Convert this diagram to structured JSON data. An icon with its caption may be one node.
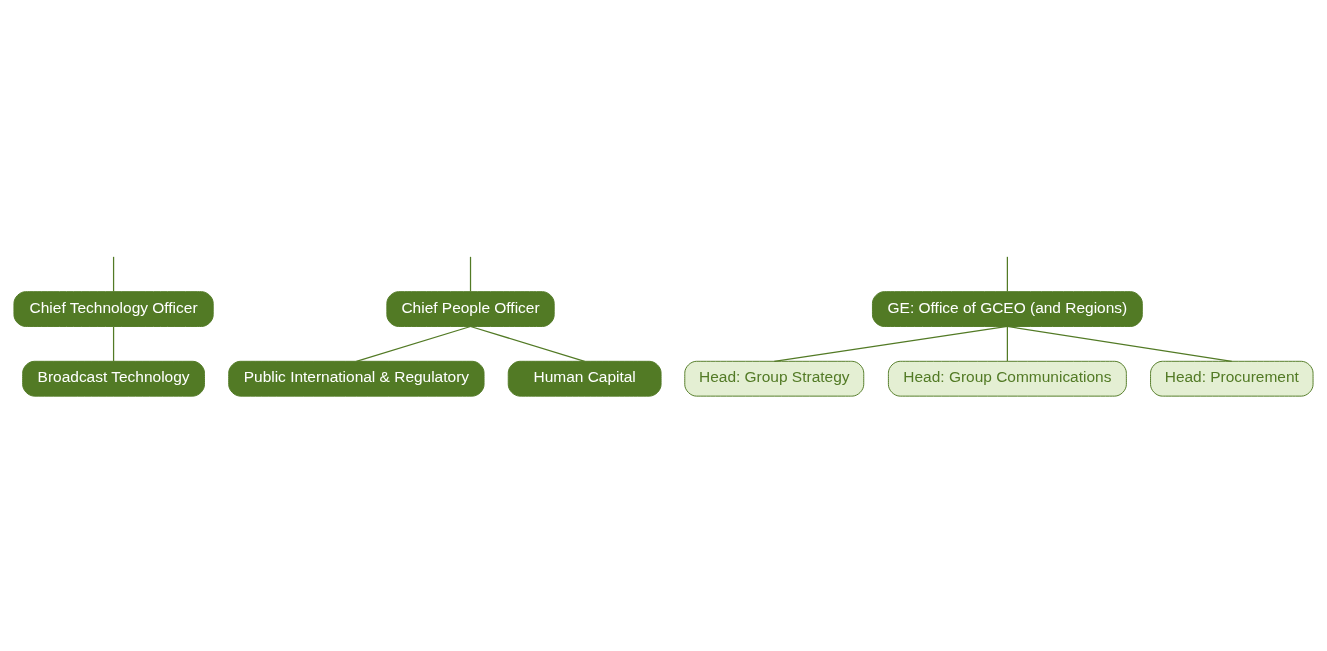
{
  "diagram": {
    "nodes": [
      {
        "text": [
          "Chief Technology Officer"
        ]
      },
      {
        "text": [
          "Chief People Officer"
        ]
      },
      {
        "text": [
          "GE: Office of GCEO (and Regions)"
        ]
      },
      {
        "text": [
          "Broadcast Technology"
        ]
      },
      {
        "text": [
          "Public International & Regulatory"
        ]
      },
      {
        "text": [
          "Human Capital"
        ]
      },
      {
        "text": [
          "Head: Group Strategy"
        ]
      },
      {
        "text": [
          "Head: Group Communications"
        ]
      },
      {
        "text": [
          "Head: Procurement"
        ]
      }
    ],
    "edges": [
      {
        "from": null,
        "to": 0,
        "arrow": "none"
      },
      {
        "from": null,
        "to": 1,
        "arrow": "none"
      },
      {
        "from": null,
        "to": 2,
        "arrow": "none"
      },
      {
        "from": 0,
        "to": 3,
        "arrow": "none"
      },
      {
        "from": 1,
        "to": 4,
        "arrow": "none"
      },
      {
        "from": 1,
        "to": 5,
        "arrow": "none"
      },
      {
        "from": 2,
        "to": 6,
        "arrow": "none"
      },
      {
        "from": 2,
        "to": 7,
        "arrow": "none"
      },
      {
        "from": 2,
        "to": 8,
        "arrow": "none"
      }
    ]
  }
}
